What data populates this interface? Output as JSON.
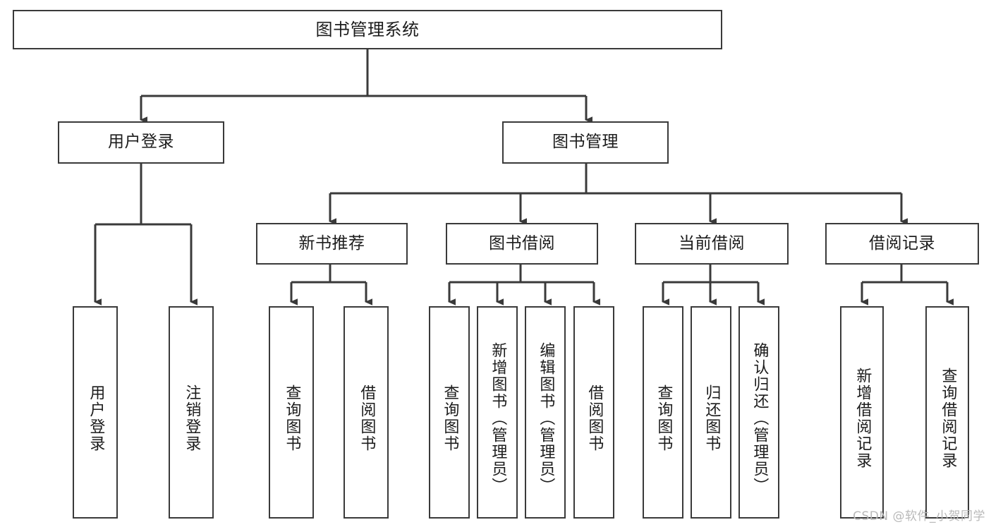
{
  "diagram": {
    "title": "图书管理系统",
    "type": "tree",
    "watermark": "CSDN @软件_小贺同学",
    "stroke_color": "#3a3a3a",
    "fill_color": "#ffffff",
    "text_color": "#1c1c1c",
    "watermark_color": "#b9b9b9"
  },
  "nodes": {
    "root": {
      "label": "图书管理系统"
    },
    "level2": [
      {
        "label": "用户登录"
      },
      {
        "label": "图书管理"
      }
    ],
    "level3": [
      {
        "label": "新书推荐"
      },
      {
        "label": "图书借阅"
      },
      {
        "label": "当前借阅"
      },
      {
        "label": "借阅记录"
      }
    ],
    "leaves": {
      "user_login": [
        {
          "label": "用户登录"
        },
        {
          "label": "注销登录"
        }
      ],
      "new_book": [
        {
          "label": "查询图书"
        },
        {
          "label": "借阅图书"
        }
      ],
      "book_borrow": [
        {
          "label": "查询图书"
        },
        {
          "label": "新增图书（管理员）"
        },
        {
          "label": "编辑图书（管理员）"
        },
        {
          "label": "借阅图书"
        }
      ],
      "current_borrow": [
        {
          "label": "查询图书"
        },
        {
          "label": "归还图书"
        },
        {
          "label": "确认归还（管理员）"
        }
      ],
      "borrow_record": [
        {
          "label": "新增借阅记录"
        },
        {
          "label": "查询借阅记录"
        }
      ]
    }
  }
}
